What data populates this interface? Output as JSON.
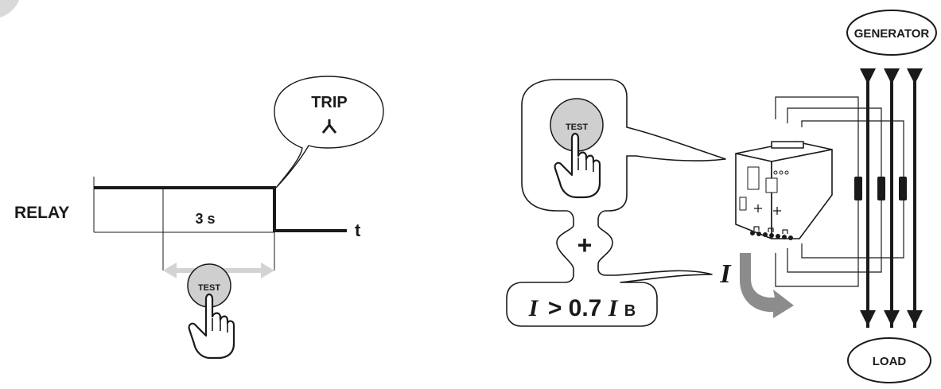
{
  "timing": {
    "relay_label": "RELAY",
    "delay_label": "3 s",
    "time_axis_label": "t",
    "trip_label": "TRIP"
  },
  "test_button_label": "TEST",
  "condition": {
    "plus": "+",
    "current_symbol": "I",
    "operator_value": "> 0.7",
    "base_current_symbol": "I",
    "base_current_subscript": "B"
  },
  "network": {
    "generator_label": "GENERATOR",
    "load_label": "LOAD",
    "current_label": "I"
  },
  "colors": {
    "ink": "#1a1a1a",
    "button_gray": "#cfcfcf",
    "arrow_gray": "#8c8c8c",
    "light_arrow_gray": "#d3d3d3"
  },
  "icons": [
    "hand-pointer-icon",
    "trip-symbol-icon",
    "relay-device-icon"
  ]
}
